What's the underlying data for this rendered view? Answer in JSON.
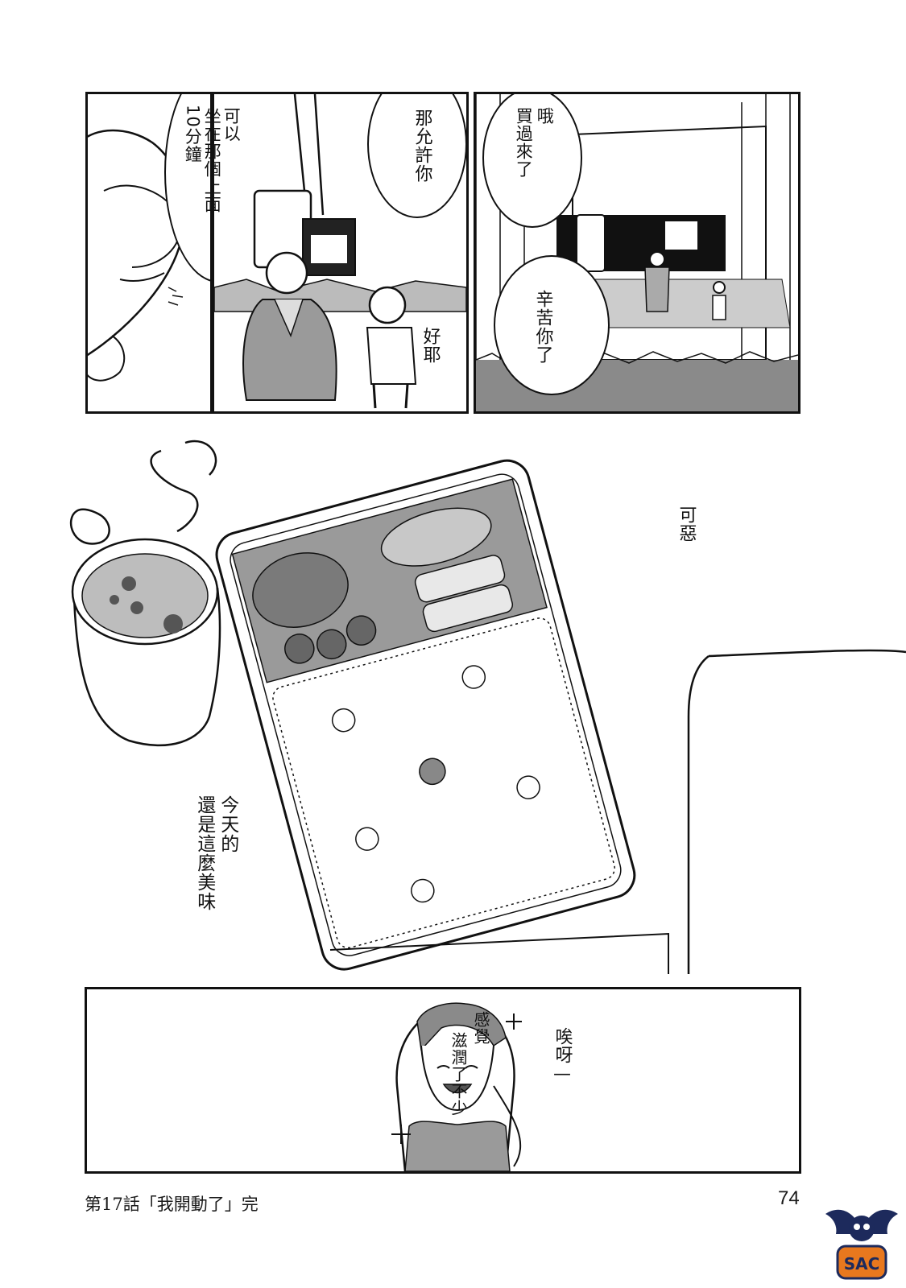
{
  "page": {
    "panel1": {
      "bubble_lines": [
        "可以",
        "坐在那個上面",
        "10分鐘"
      ]
    },
    "panel2": {
      "bubble_top": "那允許你",
      "exclaim": "好耶"
    },
    "panel3": {
      "bubble_top_lines": [
        "哦",
        "買過來了"
      ],
      "bubble_bottom": "辛苦你了"
    },
    "food_panel": {
      "text_right": "可惡",
      "caption_lines": [
        "今天的",
        "還是這麼美味"
      ]
    },
    "bottom_panel": {
      "bubble_right": "唉呀—",
      "thought_lines": [
        "感覺",
        "滋潤了不少"
      ]
    },
    "footer": {
      "chapter_title": "第17話「我開動了」完",
      "page_number": "74"
    },
    "logo": {
      "icon": "bat-mascot-icon",
      "lettering": "SAC"
    },
    "colors": {
      "ink": "#111111",
      "screentone": "#8a8a8a",
      "light_tone": "#bdbdbd",
      "logo_orange": "#e8781e",
      "logo_navy": "#1d2a5c"
    }
  }
}
